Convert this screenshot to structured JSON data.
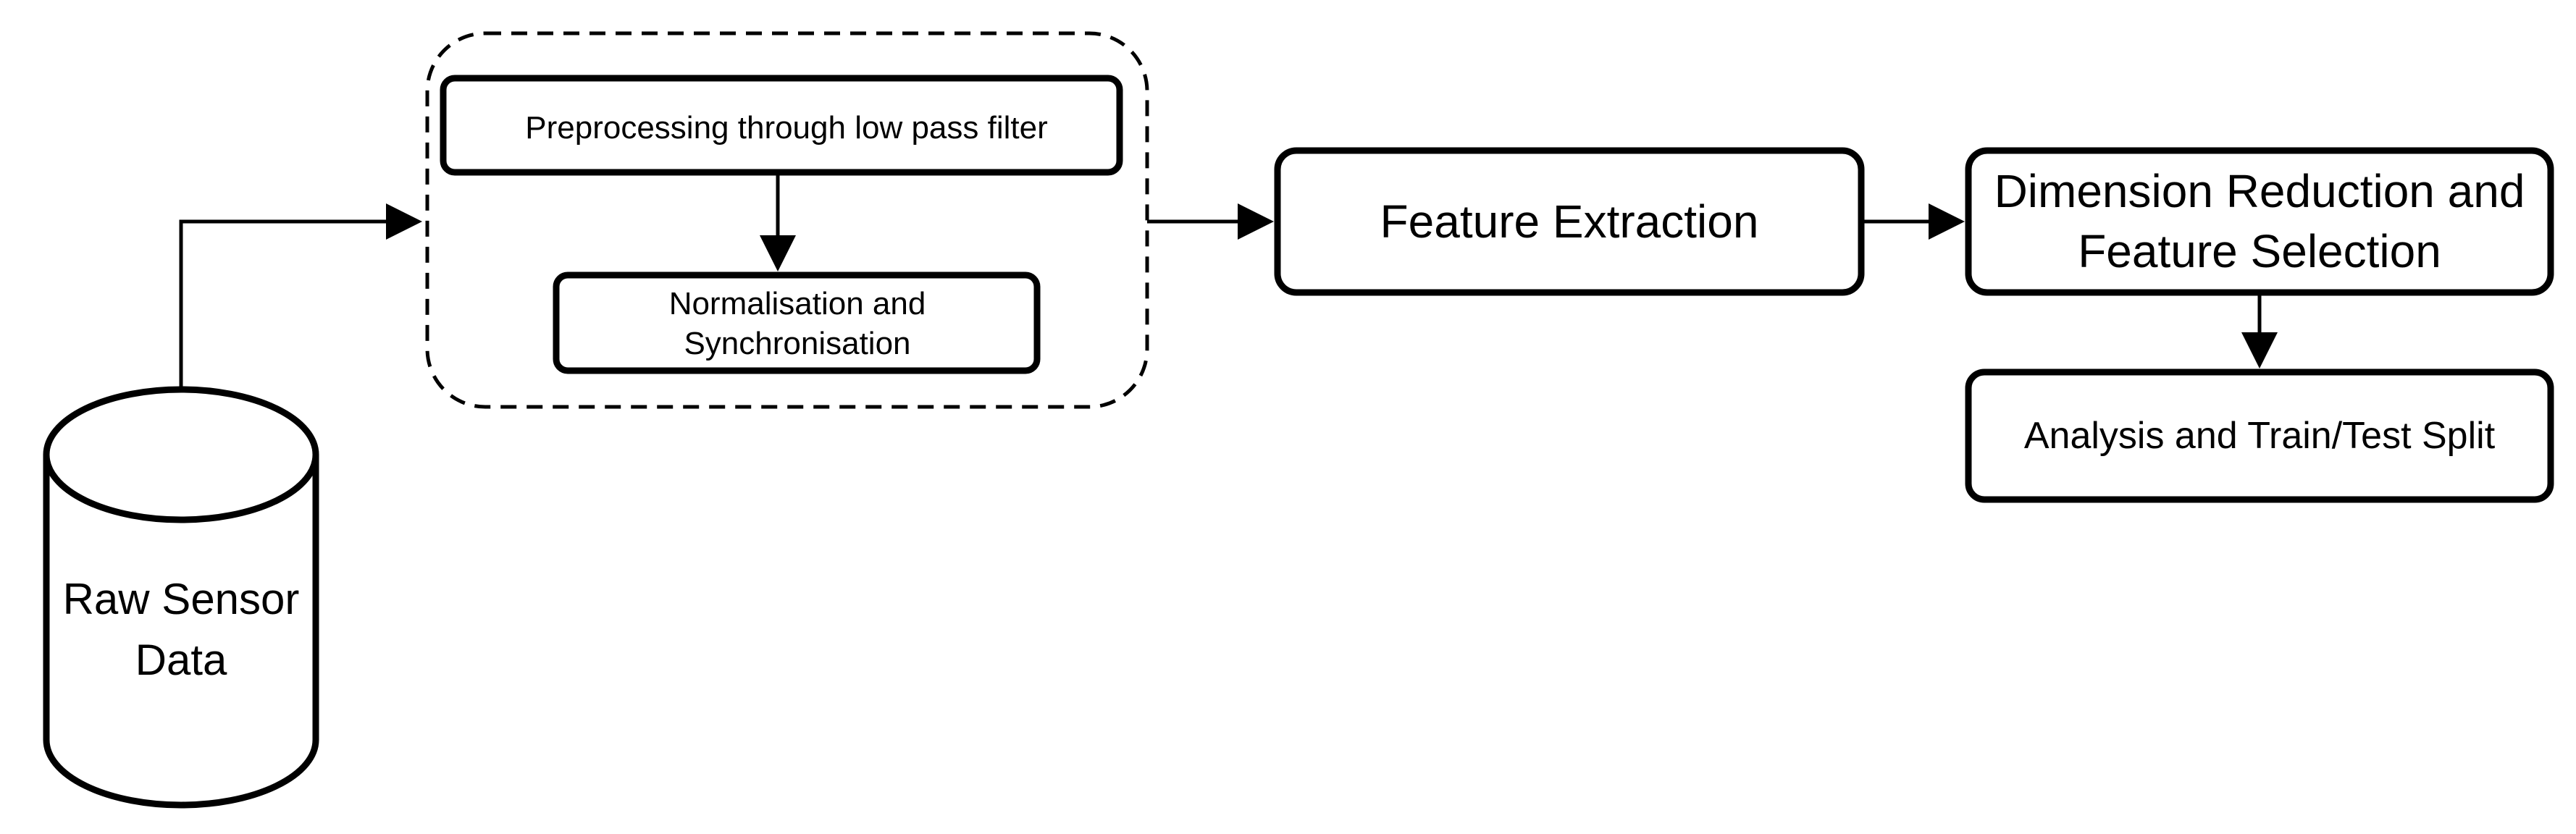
{
  "diagram": {
    "nodes": {
      "raw_data": "Raw Sensor Data",
      "preprocessing": "Preprocessing through low pass filter",
      "normalisation": "Normalisation and Synchronisation",
      "feature_extraction": "Feature Extraction",
      "dimension_reduction": "Dimension Reduction and Feature Selection",
      "analysis": "Analysis and Train/Test Split"
    },
    "edges": [
      {
        "from": "raw_data",
        "to": "preprocessing-group"
      },
      {
        "from": "preprocessing",
        "to": "normalisation"
      },
      {
        "from": "preprocessing-group",
        "to": "feature_extraction"
      },
      {
        "from": "feature_extraction",
        "to": "dimension_reduction"
      },
      {
        "from": "dimension_reduction",
        "to": "analysis"
      }
    ],
    "stroke_color": "#000000",
    "background": "#ffffff"
  }
}
